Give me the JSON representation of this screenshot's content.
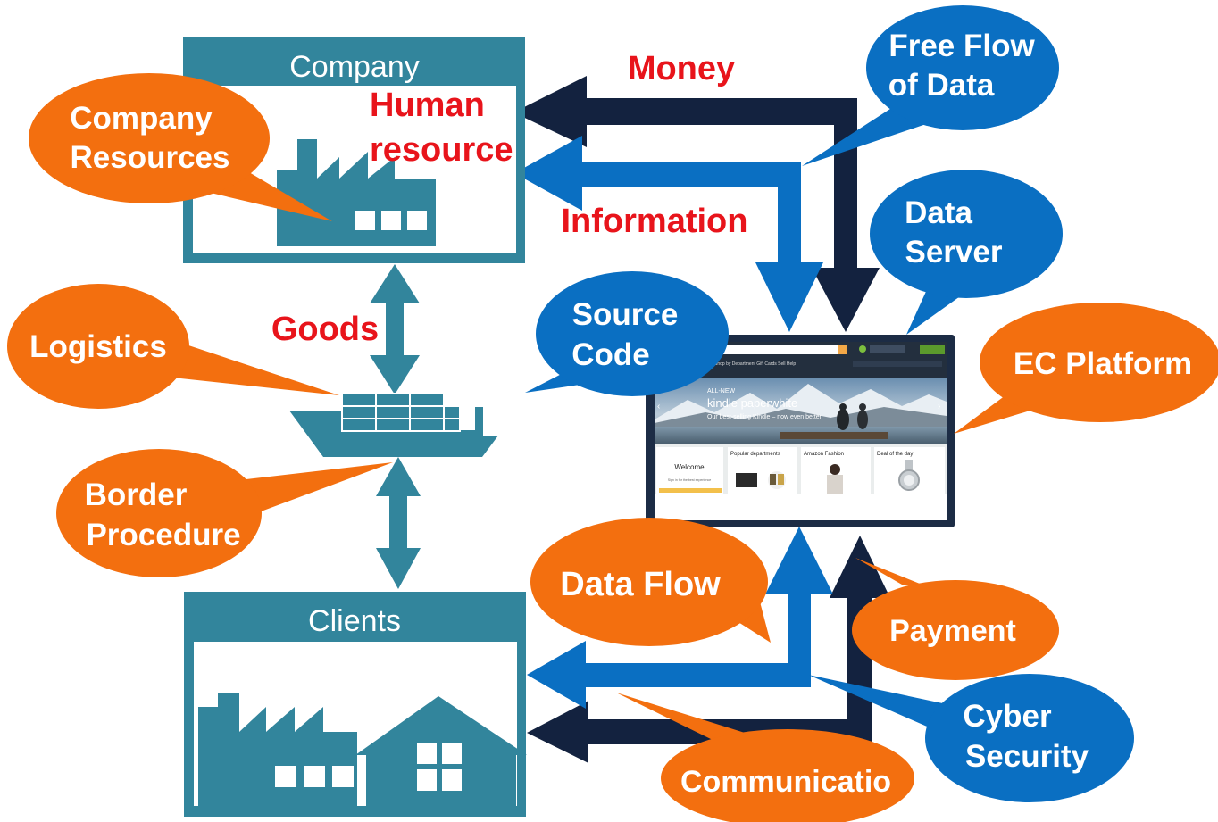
{
  "company": {
    "title": "Company"
  },
  "clients": {
    "title": "Clients"
  },
  "flows": {
    "money": "Money",
    "human_resource_1": "Human",
    "human_resource_2": "resource",
    "information": "Information",
    "goods": "Goods"
  },
  "bubbles": {
    "company_resources": [
      "Company",
      "Resources"
    ],
    "logistics": [
      "Logistics"
    ],
    "border_procedure": [
      "Border",
      "Procedure"
    ],
    "free_flow_of_data": [
      "Free Flow",
      "of Data"
    ],
    "data_server": [
      "Data",
      "Server"
    ],
    "source_code": [
      "Source",
      "Code"
    ],
    "ec_platform": [
      "EC Platform"
    ],
    "data_flow": [
      "Data Flow"
    ],
    "payment": [
      "Payment"
    ],
    "cyber_security": [
      "Cyber",
      "Security"
    ],
    "communication": [
      "Communicatio"
    ]
  },
  "ec_screen": {
    "hero_small": "ALL-NEW",
    "hero_title": "kindle paperwhite",
    "hero_sub": "Our best-selling Kindle – now even better",
    "nav_text": "Shop by Department   Gift Cards   Sell   Help",
    "card_welcome": "Welcome",
    "card_welcome_sub": "Sign in for the best experience",
    "card_popular": "Popular departments",
    "card_fashion": "Amazon Fashion",
    "card_deal": "Deal of the day"
  },
  "colors": {
    "teal": "#32859c",
    "orange": "#f36f0f",
    "blue": "#0a6fc2",
    "navy": "#13223f",
    "red": "#e8141b"
  }
}
